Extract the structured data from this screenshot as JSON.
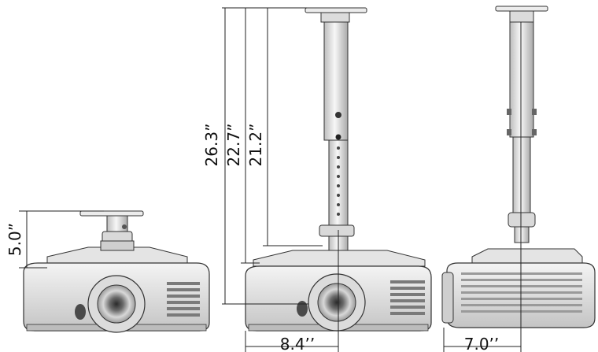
{
  "dimensions": {
    "short_mount_height": "5.0”",
    "max_height": "26.3”",
    "mid_height": "22.7”",
    "min_height": "21.2”",
    "front_offset": "8.4’’",
    "side_depth": "7.0’’"
  },
  "colors": {
    "line": "#222222",
    "metal_light": "#f2f2f2",
    "metal_mid": "#cfcfcf",
    "metal_dark": "#8c8c8c",
    "projector_body": "#e6e6e6",
    "projector_shadow": "#b5b5b5",
    "lens_dark": "#3a3a3a"
  },
  "icons": {
    "short_mount": "short-ceiling-mount-illustration",
    "long_mount_front": "extended-ceiling-mount-front-illustration",
    "long_mount_side": "extended-ceiling-mount-side-illustration"
  }
}
